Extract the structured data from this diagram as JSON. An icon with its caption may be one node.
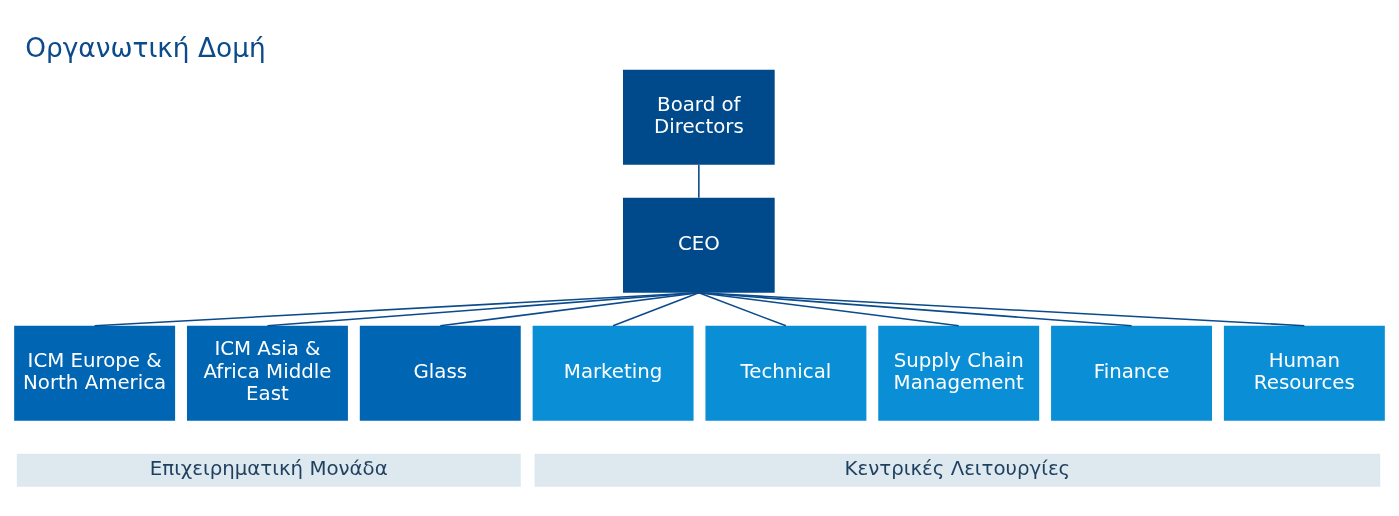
{
  "diagram": {
    "title": "Οργανωτική Δομή",
    "nodes": [
      {
        "text": [
          "Board of Directors"
        ]
      },
      {
        "text": [
          "CEO"
        ]
      },
      {
        "text": [
          "ICM Europe & North America"
        ]
      },
      {
        "text": [
          "ICM Asia & Africa Middle East"
        ]
      },
      {
        "text": [
          "Glass"
        ]
      },
      {
        "text": [
          "Marketing"
        ]
      },
      {
        "text": [
          "Technical"
        ]
      },
      {
        "text": [
          "Supply Chain Management"
        ]
      },
      {
        "text": [
          "Finance"
        ]
      },
      {
        "text": [
          "Human Resources"
        ]
      },
      {
        "text": [
          "Επιχειρηματική Μονάδα"
        ]
      },
      {
        "text": [
          "Κεντρικές Λειτουργίες"
        ]
      }
    ],
    "edges": [
      {
        "from": 0,
        "to": 1,
        "arrow": "none"
      },
      {
        "from": 1,
        "to": 2,
        "arrow": "none"
      },
      {
        "from": 1,
        "to": 3,
        "arrow": "none"
      },
      {
        "from": 1,
        "to": 4,
        "arrow": "none"
      },
      {
        "from": 1,
        "to": 5,
        "arrow": "none"
      },
      {
        "from": 1,
        "to": 6,
        "arrow": "none"
      },
      {
        "from": 1,
        "to": 7,
        "arrow": "none"
      },
      {
        "from": 1,
        "to": 8,
        "arrow": "none"
      },
      {
        "from": 1,
        "to": 9,
        "arrow": "none"
      }
    ]
  }
}
